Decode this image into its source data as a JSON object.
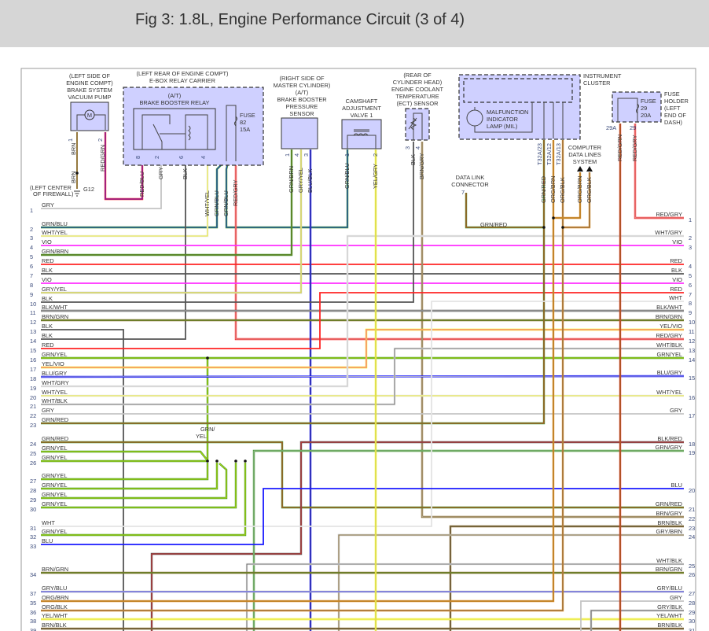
{
  "title": "Fig 3: 1.8L, Engine Performance Circuit (3 of 4)",
  "wire_colors": {
    "GRY": "#c4c4c4",
    "GRN": "#3c9a2a",
    "BLU": "#1a1aff",
    "WHT": "#e4e4e4",
    "YEL": "#f2f200",
    "VIO": "#ff2eff",
    "BRN": "#8b6c2a",
    "RED": "#ff2424",
    "BLK": "#555555",
    "ORG": "#e8952c"
  },
  "components": {
    "vacuum_pump": {
      "lines": [
        "(LEFT SIDE OF",
        "ENGINE COMPT)",
        "BRAKE SYSTEM",
        "VACUUM PUMP"
      ],
      "motor": "M",
      "pins": [
        "1",
        "2"
      ]
    },
    "ebox": {
      "lines": [
        "(LEFT REAR OF ENGINE COMPT)",
        "E-BOX RELAY CARRIER"
      ]
    },
    "relay": {
      "lines": [
        "(A/T)",
        "BRAKE BOOSTER RELAY"
      ],
      "pins": [
        "8",
        "2",
        "6",
        "4"
      ]
    },
    "fuse82": {
      "lines": [
        "FUSE",
        "82",
        "15A"
      ]
    },
    "ground": {
      "label": "G12",
      "location": [
        "(LEFT CENTER",
        "OF FIREWALL)"
      ]
    },
    "pressure_sensor": {
      "lines": [
        "(RIGHT SIDE OF",
        "MASTER CYLINDER)",
        "(A/T)",
        "BRAKE BOOSTER",
        "PRESSURE",
        "SENSOR"
      ],
      "pins": [
        "1",
        "4",
        "3"
      ]
    },
    "camshaft_valve": {
      "lines": [
        "CAMSHAFT",
        "ADJUSTMENT",
        "VALVE 1"
      ],
      "pins": [
        "1",
        "2"
      ]
    },
    "ect_sensor": {
      "lines": [
        "(REAR OF",
        "CYLINDER HEAD)",
        "ENGINE COOLANT",
        "TEMPERATURE",
        "(ECT) SENSOR"
      ],
      "pins": [
        "3",
        "4"
      ]
    },
    "instrument_cluster": {
      "lines": [
        "INSTRUMENT",
        "CLUSTER"
      ],
      "mil": [
        "MALFUNCTION",
        "INDICATOR",
        "LAMP (MIL)"
      ],
      "pins": [
        "T32A/23",
        "T32A/12",
        "T32A/13"
      ]
    },
    "data_link": {
      "lines": [
        "DATA LINK",
        "CONNECTOR"
      ],
      "pin": "7"
    },
    "computer_data": {
      "lines": [
        "COMPUTER",
        "DATA LINES",
        "SYSTEM"
      ]
    },
    "fuse_holder": {
      "lines": [
        "FUSE",
        "HOLDER",
        "(LEFT",
        "END OF",
        "DASH)"
      ],
      "fuse": [
        "FUSE",
        "29",
        "20A"
      ],
      "pins": [
        "29A",
        "29"
      ]
    }
  },
  "vertical_wire_labels": [
    "BRN",
    "BRN",
    "RED/GRN",
    "RED/BLU",
    "GRY",
    "BLK",
    "WHT/YEL",
    "GRN/BLU",
    "GRN/BLU",
    "RED/GRY",
    "GRN/BRN",
    "GRY/YEL",
    "BLU/BLK",
    "GRN/BLU",
    "YEL/GRY",
    "BLK",
    "BRN/GRY",
    "GRN/RED",
    "ORG/BRN",
    "ORG/BLK",
    "ORG/BRN",
    "ORG/BLK",
    "RED/GRN",
    "RED/GRY"
  ],
  "junction_label": [
    "GRN/",
    "YEL"
  ],
  "dlc_wire_label": "GRN/RED",
  "left_connector": [
    {
      "num": "1",
      "label": "GRY"
    },
    {
      "num": "2",
      "label": "GRN/BLU"
    },
    {
      "num": "3",
      "label": "WHT/YEL"
    },
    {
      "num": "4",
      "label": "VIO"
    },
    {
      "num": "5",
      "label": "GRN/BRN"
    },
    {
      "num": "6",
      "label": "RED"
    },
    {
      "num": "7",
      "label": "BLK"
    },
    {
      "num": "8",
      "label": "VIO"
    },
    {
      "num": "9",
      "label": "GRY/YEL"
    },
    {
      "num": "10",
      "label": "BLK"
    },
    {
      "num": "11",
      "label": "BLK/WHT"
    },
    {
      "num": "12",
      "label": "BRN/GRN"
    },
    {
      "num": "13",
      "label": "BLK"
    },
    {
      "num": "14",
      "label": "BLK"
    },
    {
      "num": "15",
      "label": "RED"
    },
    {
      "num": "16",
      "label": "GRN/YEL"
    },
    {
      "num": "17",
      "label": "YEL/VIO"
    },
    {
      "num": "18",
      "label": "BLU/GRY"
    },
    {
      "num": "19",
      "label": "WHT/GRY"
    },
    {
      "num": "20",
      "label": "WHT/YEL"
    },
    {
      "num": "21",
      "label": "WHT/BLK"
    },
    {
      "num": "22",
      "label": "GRY"
    },
    {
      "num": "23",
      "label": "GRN/RED"
    },
    {
      "num": "24",
      "label": "GRN/RED"
    },
    {
      "num": "25",
      "label": "GRN/YEL"
    },
    {
      "num": "26",
      "label": "GRN/YEL"
    },
    {
      "num": "27",
      "label": "GRN/YEL"
    },
    {
      "num": "28",
      "label": "GRN/YEL"
    },
    {
      "num": "29",
      "label": "GRN/YEL"
    },
    {
      "num": "30",
      "label": "GRN/YEL"
    },
    {
      "num": "31",
      "label": "WHT"
    },
    {
      "num": "32",
      "label": "GRN/YEL"
    },
    {
      "num": "33",
      "label": "BLU"
    },
    {
      "num": "34",
      "label": "BRN/GRN"
    },
    {
      "num": "37",
      "label": "GRY/BLU"
    },
    {
      "num": "35",
      "label": "ORG/BRN"
    },
    {
      "num": "36",
      "label": "ORG/BLK"
    },
    {
      "num": "38",
      "label": "YEL/WHT"
    },
    {
      "num": "39",
      "label": "BRN/BLK"
    }
  ],
  "right_connector": [
    {
      "num": "1",
      "label": "RED/GRY"
    },
    {
      "num": "2",
      "label": "WHT/GRY"
    },
    {
      "num": "3",
      "label": "VIO"
    },
    {
      "num": "4",
      "label": "RED"
    },
    {
      "num": "5",
      "label": "BLK"
    },
    {
      "num": "6",
      "label": "VIO"
    },
    {
      "num": "7",
      "label": "RED"
    },
    {
      "num": "8",
      "label": "WHT"
    },
    {
      "num": "9",
      "label": "BLK/WHT"
    },
    {
      "num": "10",
      "label": "BRN/GRN"
    },
    {
      "num": "11",
      "label": "YEL/VIO"
    },
    {
      "num": "12",
      "label": "RED/GRY"
    },
    {
      "num": "13",
      "label": "WHT/BLK"
    },
    {
      "num": "14",
      "label": "GRN/YEL"
    },
    {
      "num": "15",
      "label": "BLU/GRY"
    },
    {
      "num": "16",
      "label": "WHT/YEL"
    },
    {
      "num": "17",
      "label": "GRY"
    },
    {
      "num": "18",
      "label": "BLK/RED"
    },
    {
      "num": "19",
      "label": "GRN/GRY"
    },
    {
      "num": "20",
      "label": "BLU"
    },
    {
      "num": "21",
      "label": "GRN/RED"
    },
    {
      "num": "22",
      "label": "BRN/GRY"
    },
    {
      "num": "23",
      "label": "BRN/BLK"
    },
    {
      "num": "24",
      "label": "GRY/BRN"
    },
    {
      "num": "25",
      "label": "WHT/BLK"
    },
    {
      "num": "26",
      "label": "BRN/GRN"
    },
    {
      "num": "27",
      "label": "GRY/BLU"
    },
    {
      "num": "28",
      "label": "GRY"
    },
    {
      "num": "29",
      "label": "GRY/BLK"
    },
    {
      "num": "30",
      "label": "YEL/WHT"
    },
    {
      "num": "31",
      "label": "BRN/BLK"
    }
  ]
}
